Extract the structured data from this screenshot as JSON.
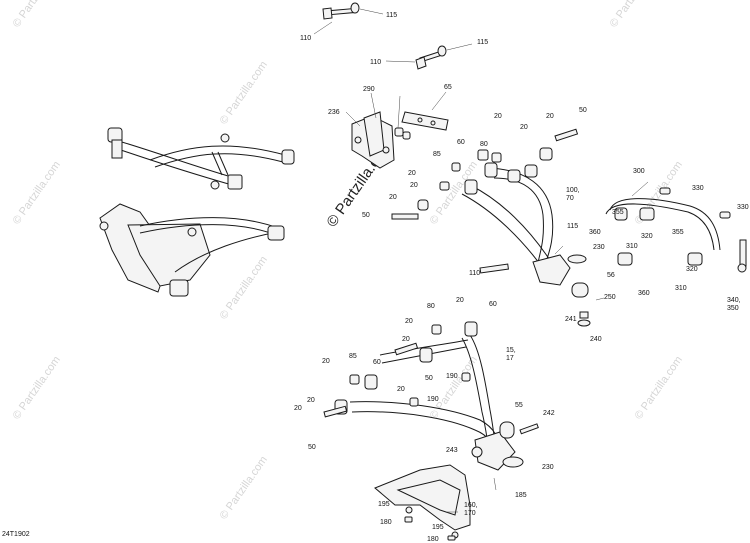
{
  "watermark": {
    "brand": "© Partzilla.com"
  },
  "drawing_ref": "24T1902",
  "callouts": [
    {
      "id": "c110a",
      "text": "110"
    },
    {
      "id": "c115a",
      "text": "115"
    },
    {
      "id": "c110b",
      "text": "110"
    },
    {
      "id": "c115b",
      "text": "115"
    },
    {
      "id": "c290",
      "text": "290"
    },
    {
      "id": "c65",
      "text": "65"
    },
    {
      "id": "c236",
      "text": "236"
    },
    {
      "id": "c85a",
      "text": "85"
    },
    {
      "id": "c60a",
      "text": "60"
    },
    {
      "id": "c80a",
      "text": "80"
    },
    {
      "id": "c20a",
      "text": "20"
    },
    {
      "id": "c20b",
      "text": "20"
    },
    {
      "id": "c20c",
      "text": "20"
    },
    {
      "id": "c50a",
      "text": "50"
    },
    {
      "id": "c20d",
      "text": "20"
    },
    {
      "id": "c20e",
      "text": "20"
    },
    {
      "id": "c20f",
      "text": "20"
    },
    {
      "id": "c50b",
      "text": "50"
    },
    {
      "id": "c100",
      "text": "100,"
    },
    {
      "id": "c70",
      "text": "70"
    },
    {
      "id": "c115c",
      "text": "115"
    },
    {
      "id": "c230a",
      "text": "230"
    },
    {
      "id": "c110c",
      "text": "110"
    },
    {
      "id": "c56",
      "text": "56"
    },
    {
      "id": "c250",
      "text": "250"
    },
    {
      "id": "c241",
      "text": "241"
    },
    {
      "id": "c240",
      "text": "240"
    },
    {
      "id": "c300",
      "text": "300"
    },
    {
      "id": "c330a",
      "text": "330"
    },
    {
      "id": "c330b",
      "text": "330"
    },
    {
      "id": "c355a",
      "text": "355"
    },
    {
      "id": "c320a",
      "text": "320"
    },
    {
      "id": "c360a",
      "text": "360"
    },
    {
      "id": "c310a",
      "text": "310"
    },
    {
      "id": "c355b",
      "text": "355"
    },
    {
      "id": "c320b",
      "text": "320"
    },
    {
      "id": "c360b",
      "text": "360"
    },
    {
      "id": "c310b",
      "text": "310"
    },
    {
      "id": "c340",
      "text": "340,"
    },
    {
      "id": "c350",
      "text": "350"
    },
    {
      "id": "c80b",
      "text": "80"
    },
    {
      "id": "c20g",
      "text": "20"
    },
    {
      "id": "c60b",
      "text": "60"
    },
    {
      "id": "c20h",
      "text": "20"
    },
    {
      "id": "c20i",
      "text": "20"
    },
    {
      "id": "c15",
      "text": "15,"
    },
    {
      "id": "c17",
      "text": "17"
    },
    {
      "id": "c20j",
      "text": "20"
    },
    {
      "id": "c85b",
      "text": "85"
    },
    {
      "id": "c60c",
      "text": "60"
    },
    {
      "id": "c50c",
      "text": "50"
    },
    {
      "id": "c20k",
      "text": "20"
    },
    {
      "id": "c190a",
      "text": "190"
    },
    {
      "id": "c190b",
      "text": "190"
    },
    {
      "id": "c20l",
      "text": "20"
    },
    {
      "id": "c20m",
      "text": "20"
    },
    {
      "id": "c50d",
      "text": "50"
    },
    {
      "id": "c55",
      "text": "55"
    },
    {
      "id": "c242",
      "text": "242"
    },
    {
      "id": "c243",
      "text": "243"
    },
    {
      "id": "c230b",
      "text": "230"
    },
    {
      "id": "c185",
      "text": "185"
    },
    {
      "id": "c195a",
      "text": "195"
    },
    {
      "id": "c160",
      "text": "160,"
    },
    {
      "id": "c170",
      "text": "170"
    },
    {
      "id": "c180a",
      "text": "180"
    },
    {
      "id": "c195b",
      "text": "195"
    },
    {
      "id": "c180b",
      "text": "180"
    }
  ]
}
